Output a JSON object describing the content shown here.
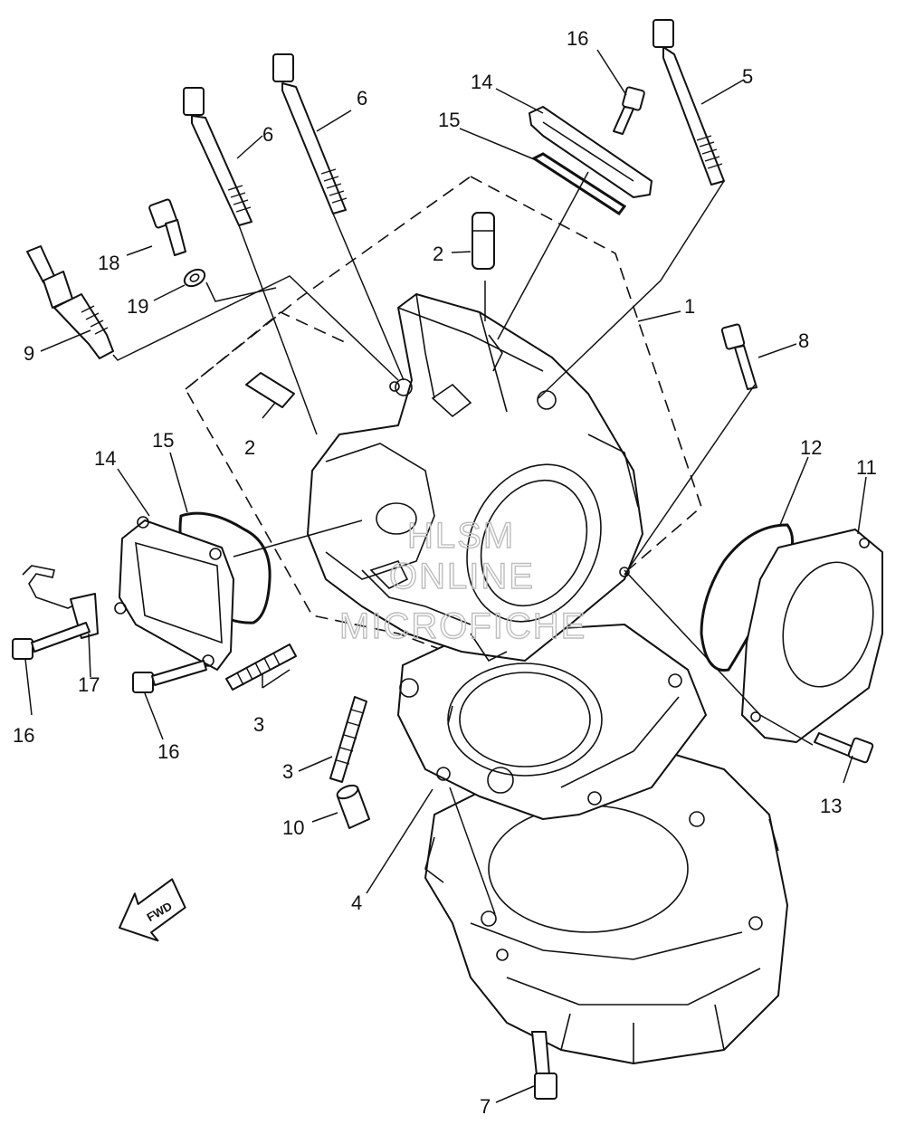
{
  "callouts": {
    "c1": "1",
    "c2a": "2",
    "c2b": "2",
    "c3a": "3",
    "c3b": "3",
    "c4": "4",
    "c5": "5",
    "c6a": "6",
    "c6b": "6",
    "c7": "7",
    "c8": "8",
    "c9": "9",
    "c10": "10",
    "c11": "11",
    "c12": "12",
    "c13": "13",
    "c14a": "14",
    "c14b": "14",
    "c15a": "15",
    "c15b": "15",
    "c16a": "16",
    "c16b": "16",
    "c16c": "16",
    "c17": "17",
    "c18": "18",
    "c19": "19"
  },
  "fwd_label": "FWD",
  "watermark": {
    "line1": "HLSM",
    "line2": "ONLINE",
    "line3": "MICROFICHE"
  }
}
